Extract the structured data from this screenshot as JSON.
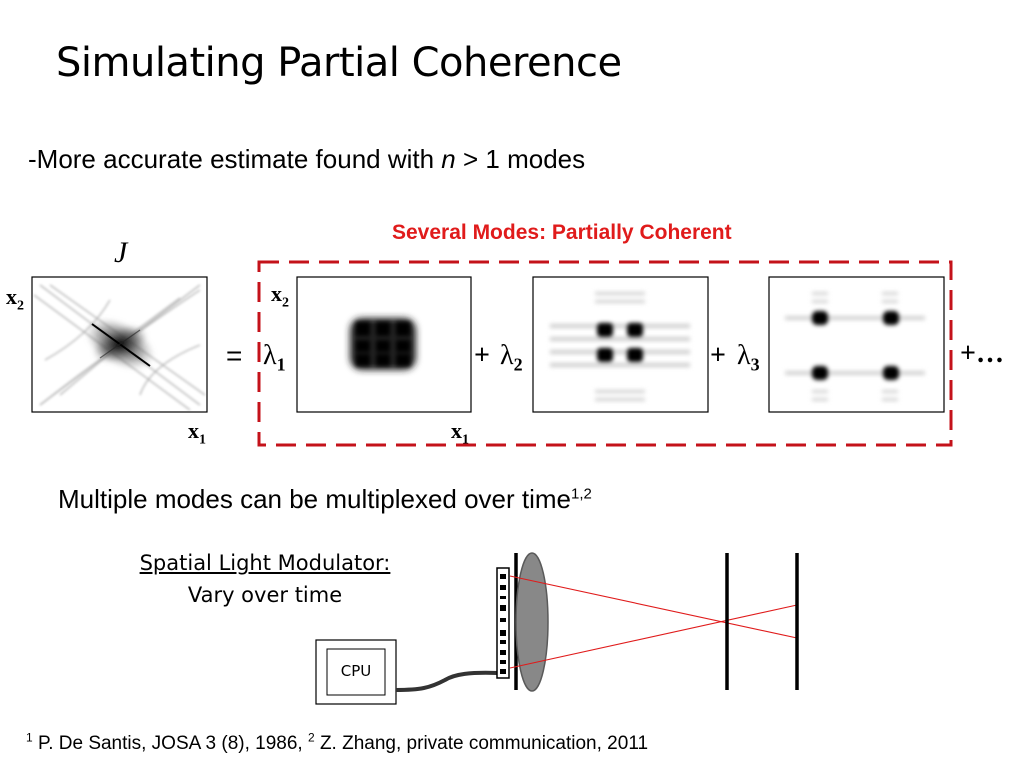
{
  "slide": {
    "title": "Simulating Partial Coherence",
    "bullet": {
      "prefix": "-More accurate estimate found with ",
      "var": "n",
      "suffix": " > 1 modes"
    },
    "modes_label": "Several Modes: Partially Coherent",
    "j_label": "J",
    "axis": {
      "x": "x",
      "y": "x",
      "x_sub": "1",
      "y_sub": "2"
    },
    "equals": "=",
    "plus": "+",
    "ellipsis": "+…",
    "lambda": "λ",
    "lambda_subs": [
      "1",
      "2",
      "3"
    ],
    "multiplex": {
      "text": "Multiple modes can be multiplexed over time",
      "sup": "1,2"
    },
    "slm": {
      "line1": "Spatial Light Modulator:",
      "line2": "Vary over time"
    },
    "cpu": "CPU",
    "citation": {
      "sup1": "1",
      "ref1": " P. De Santis, JOSA 3 (8), 1986, ",
      "sup2": "2",
      "ref2": " Z. Zhang, private communication, 2011"
    }
  },
  "colors": {
    "accent_red": "#e01b1b",
    "dashed_box": "#c4121a",
    "lens": "#888888"
  }
}
